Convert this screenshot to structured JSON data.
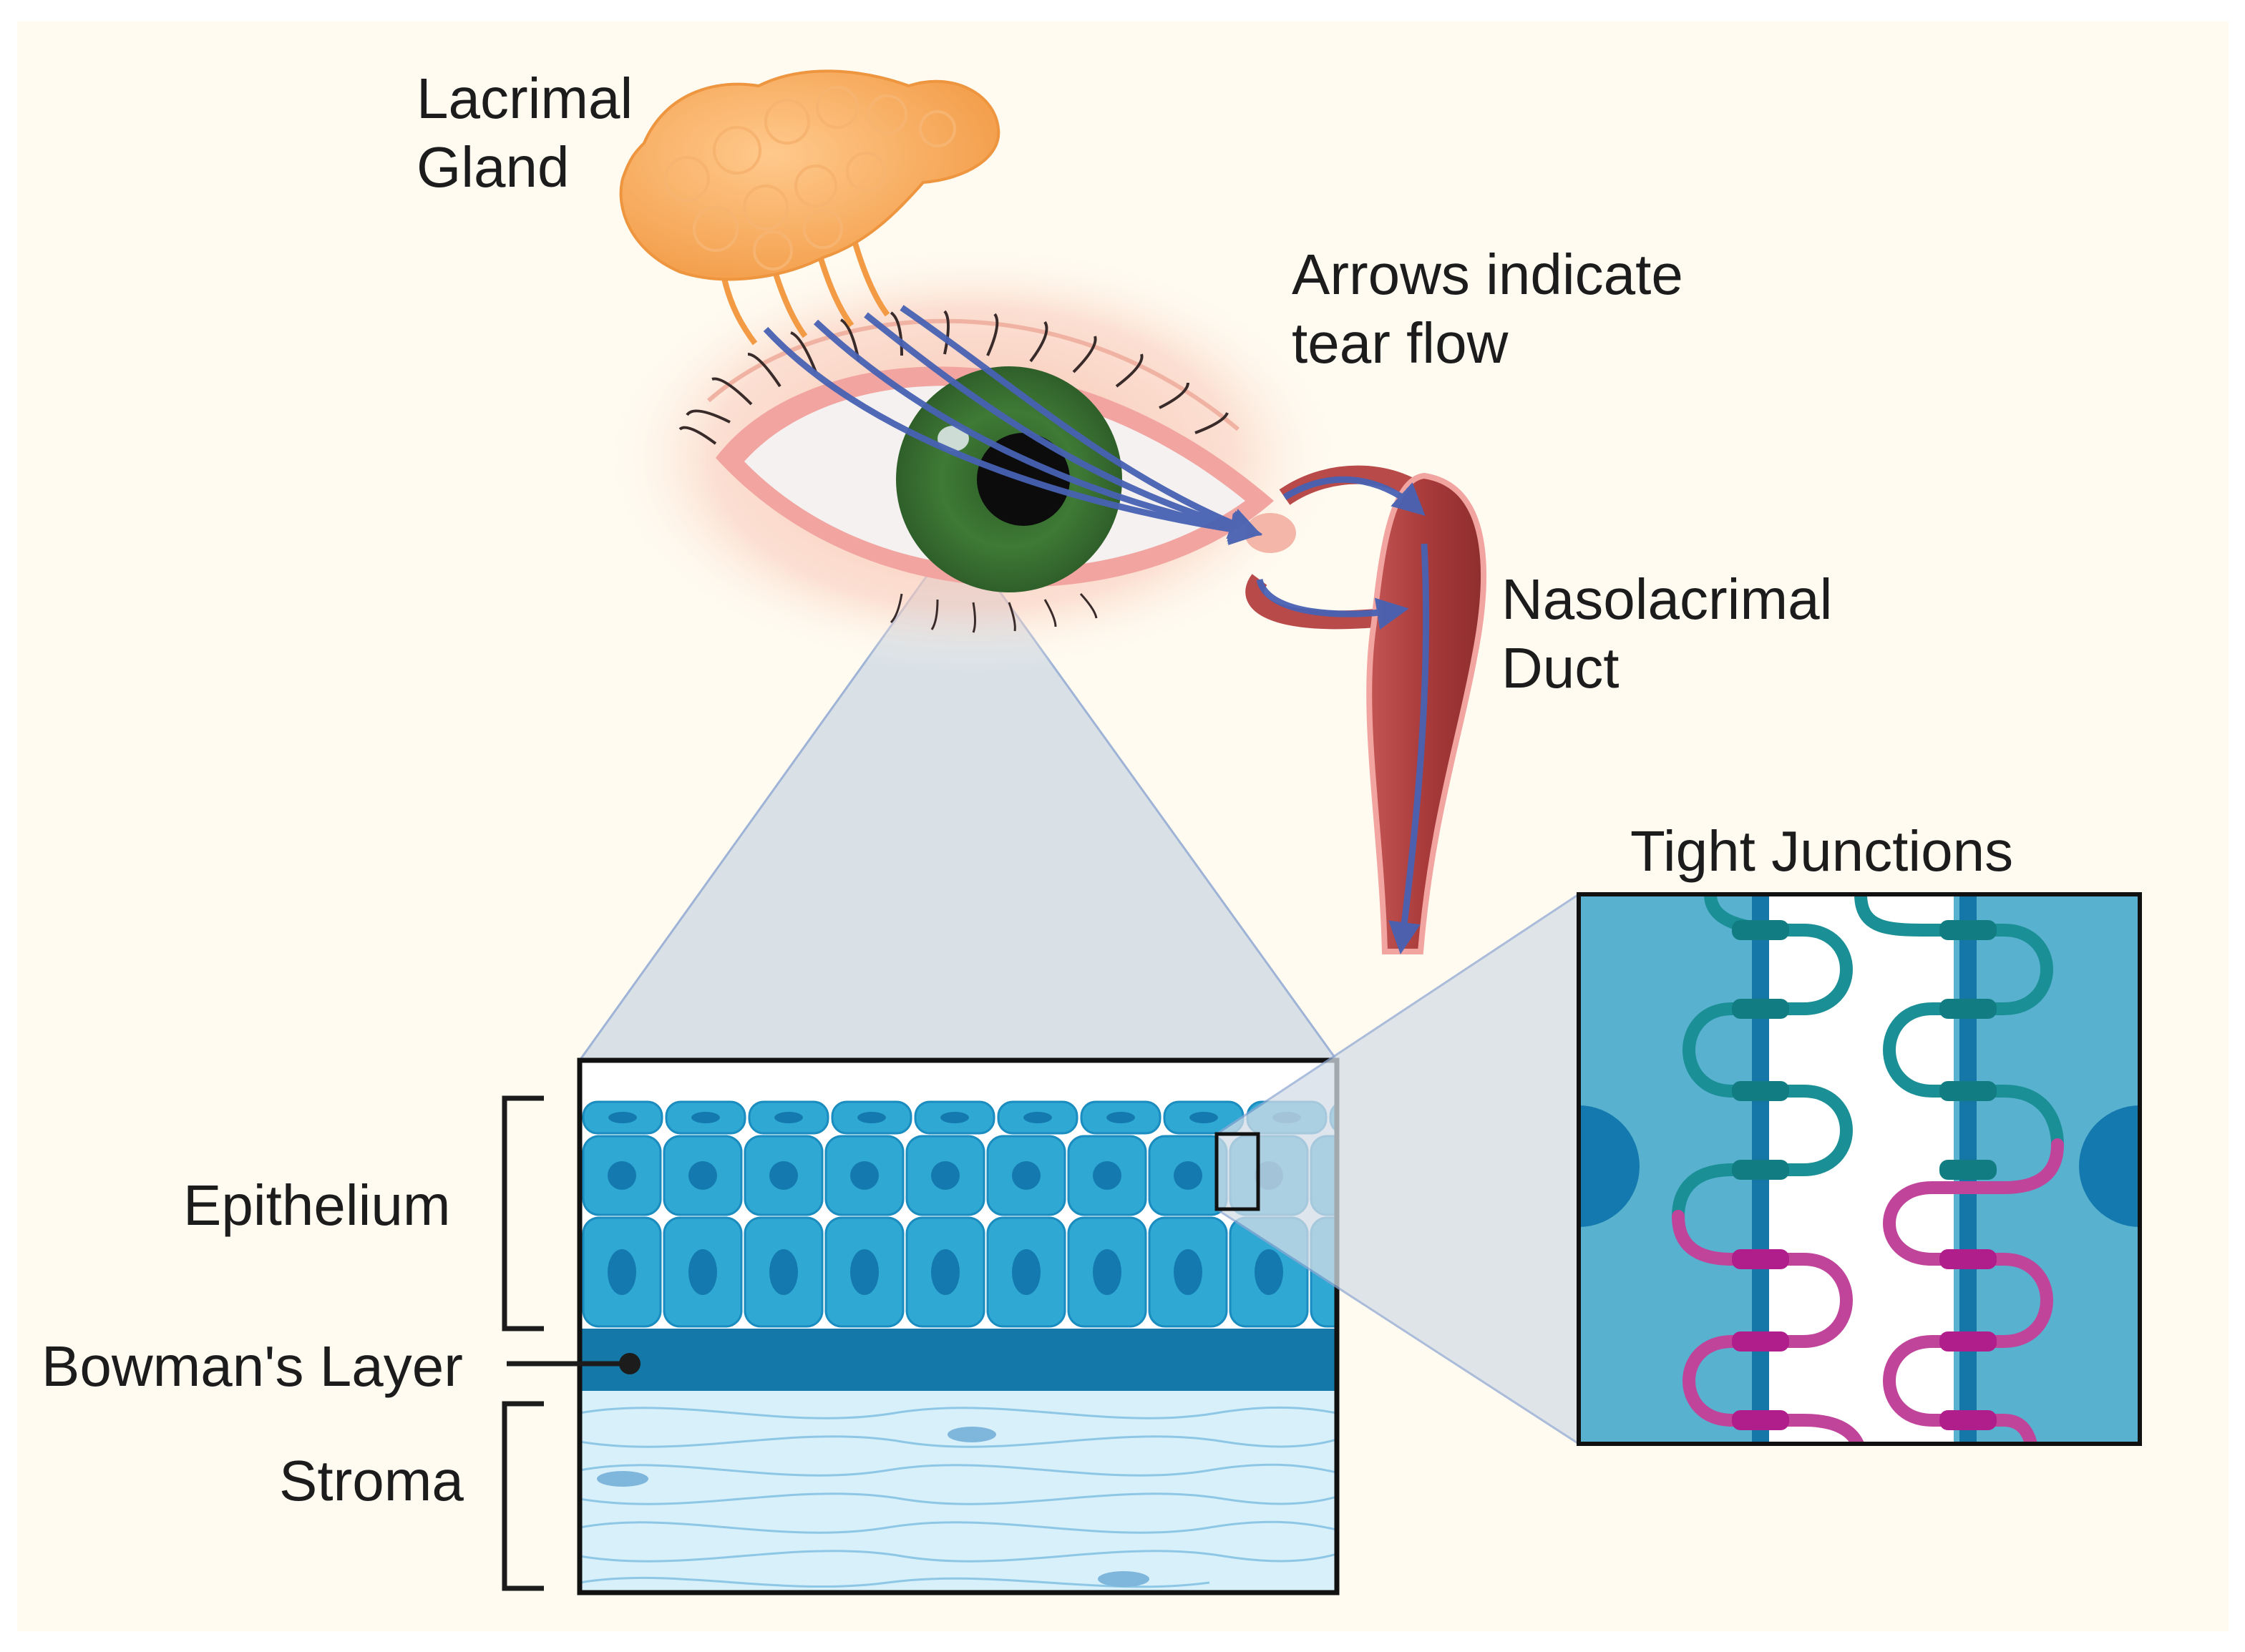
{
  "labels": {
    "lacrimal_gland_line1": "Lacrimal",
    "lacrimal_gland_line2": "Gland",
    "arrows_note_line1": "Arrows indicate",
    "arrows_note_line2": "tear flow",
    "nasolacrimal_line1": "Nasolacrimal",
    "nasolacrimal_line2": "Duct",
    "tight_junctions": "Tight Junctions",
    "epithelium": "Epithelium",
    "bowmans_layer": "Bowman's Layer",
    "stroma": "Stroma"
  },
  "colors": {
    "background": "#fffbf1",
    "gland": "#f6a95a",
    "iris": "#3f7a36",
    "tear_arrow": "#4862b3",
    "duct": "#b94a4a",
    "epithelium_cell": "#2fa9d4",
    "epithelium_nucleus": "#1479ae",
    "bowmans_layer": "#1478a8",
    "stroma": "#d8f0fa",
    "junction_bg": "#58b2cf",
    "junction_teal": "#1a8f96",
    "junction_magenta": "#c0449a"
  },
  "icons": {
    "gland": "lacrimal-gland-icon",
    "eye": "eye-icon",
    "duct": "nasolacrimal-duct-icon"
  }
}
